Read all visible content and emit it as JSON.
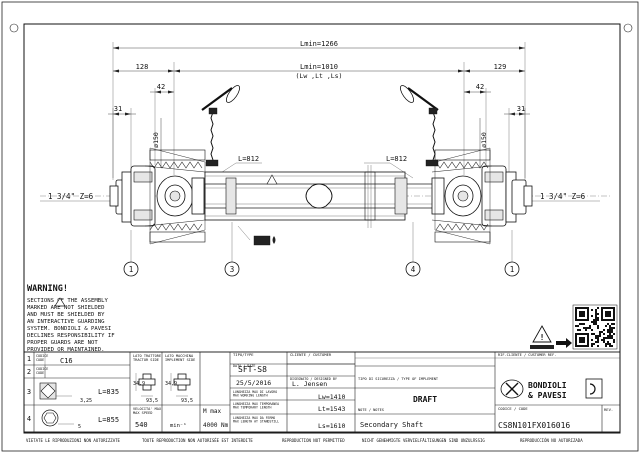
{
  "dimensions": {
    "total_length": "Lmin=1266",
    "inner_length": "Lmin=1010",
    "inner_length_sub": "(Lw ,Lt ,Ls)",
    "left_end": "128",
    "right_end": "129",
    "offset_42_left": "42",
    "offset_42_right": "42",
    "offset_31_left": "31",
    "offset_31_right": "31",
    "diameter_left": "ø150",
    "diameter_right": "ø150",
    "tube_left": "L=812",
    "tube_right": "L=812",
    "spline_left": "1 3/4\" Z=6",
    "spline_right": "1 3/4\" Z=6"
  },
  "balloons": [
    "1",
    "3",
    "4",
    "1"
  ],
  "warning": {
    "title": "WARNING!",
    "lines": [
      "SECTIONS OF THE ASSEMBLY",
      "MARKED    ARE NOT SHIELDED",
      "AND MUST BE SHIELDED BY",
      "AN INTERACTIVE GUARDING",
      "SYSTEM. BONDIOLI & PAVESI",
      "DECLINES RESPONSIBILITY IF",
      "PROPER GUARDS ARE NOT",
      "PROVIDED OR MAINTAINED."
    ]
  },
  "title_block": {
    "rows": [
      {
        "num": "1",
        "label": "CODICE\nCODE",
        "value": "C16"
      },
      {
        "num": "2",
        "label": "CODICE\nCODE",
        "value": ""
      },
      {
        "num": "3",
        "dim": "L=835",
        "small": "3,25"
      },
      {
        "num": "4",
        "dim": "L=855",
        "small": "5"
      }
    ],
    "lato_trattore": "LATO TRATTORE\nTRACTOR SIDE",
    "lato_macchina": "LATO MACCHINA\nIMPLEMENT SIDE",
    "cross_dims_left": [
      "34,9",
      "93,5"
    ],
    "cross_dims_right": [
      "34,9",
      "93,5"
    ],
    "tipo_label": "TIPO/TYPE",
    "tipo_value": "SFT-S8",
    "cliente_label": "CLIENTE / CUSTOMER",
    "cliente_value": "",
    "data_label": "DATA / DATE",
    "data_value": "25/5/2016",
    "disegnato_label": "DISEGNATO / DESIGNED BY",
    "disegnato_value": "L. Jensen",
    "rif_label": "RIF.CLIENTE / CUSTOMER REF.",
    "tipo_sicurezza_label": "TIPO DI SICUREZZA / TYPE OF IMPLEMENT",
    "speed_label": "VELOCITA' MAX\nMAX SPEED",
    "speed_value": "540",
    "speed_unit": "min⁻¹",
    "torque_label": "M max",
    "torque_value": "4000 Nm",
    "lw_label": "LUNGHEZZA MAX DI LAVORO\nMAX WORKING LENGTH",
    "lw_value": "Lw=1410",
    "lt_label": "LUNGHEZZA MAX TEMPORANEA\nMAX TEMPORARY LENGTH",
    "lt_value": "Lt=1543",
    "ls_label": "LUNGHEZZA MAX DA FERMO\nMAX LENGTH AT STANDSTILL",
    "ls_value": "Ls=1610",
    "status": "DRAFT",
    "note_label": "NOTE / NOTES",
    "note_value": "Secondary Shaft",
    "codice_label": "CODICE / CODE",
    "codice_value": "CS8N101FX016016",
    "rev_label": "REV.",
    "logo_line1": "BONDIOLI",
    "logo_line2": "& PAVESI"
  },
  "footer": [
    "VIETATE LE RIPRODUZIONI NON AUTORIZZATE",
    "TOUTE REPRODUCTION NON AUTORISÉE EST INTERDITE",
    "REPRODUCTION NOT PERMITTED",
    "NICHT GENEHMIGTE VERVIELFÄLTIGUNGEN SIND UNZULÄSSIG",
    "REPRODUCCIÓN NO AUTORIZADA"
  ]
}
